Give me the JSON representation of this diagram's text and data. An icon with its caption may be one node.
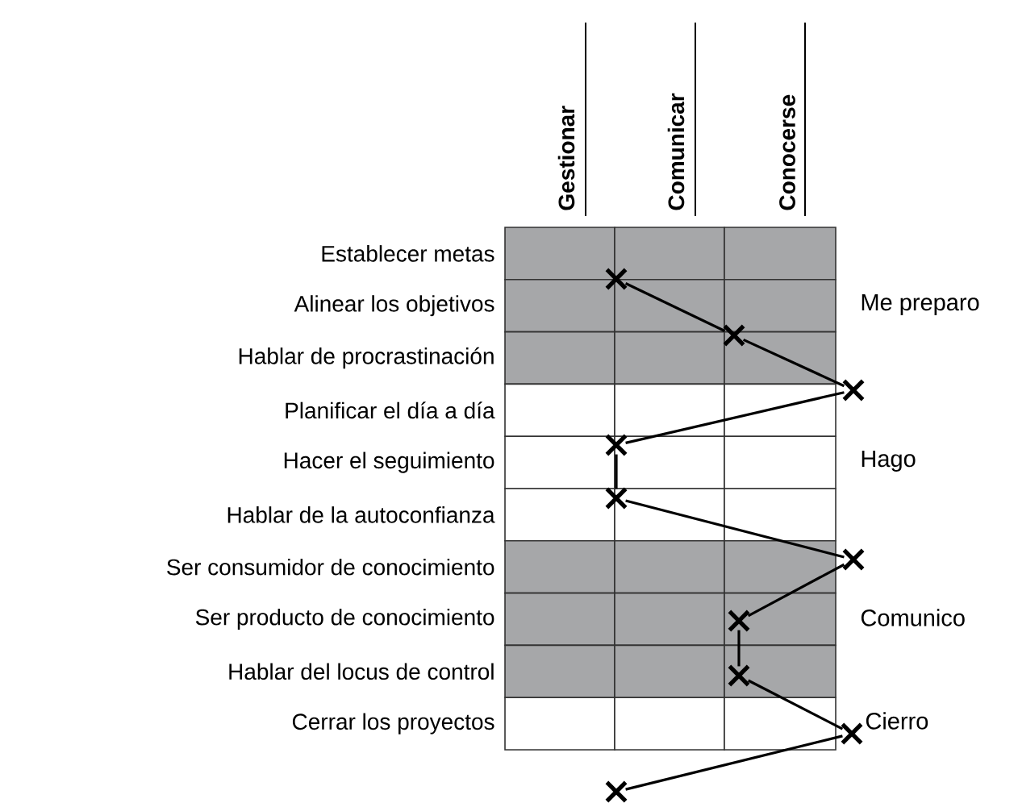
{
  "diagram": {
    "nodes": [
      {
        "text": [],
        "shape": "cross"
      },
      {
        "text": [],
        "shape": "cross"
      },
      {
        "text": [],
        "shape": "cross"
      },
      {
        "text": [],
        "shape": "cross"
      },
      {
        "text": [],
        "shape": "cross"
      },
      {
        "text": [],
        "shape": "cross"
      },
      {
        "text": [],
        "shape": "cross"
      },
      {
        "text": [],
        "shape": "cross"
      },
      {
        "text": [],
        "shape": "cross"
      },
      {
        "text": [],
        "shape": "cross"
      }
    ],
    "edges": [
      {
        "from": 0,
        "to": 1,
        "arrow": "none"
      },
      {
        "from": 1,
        "to": 2,
        "arrow": "none"
      },
      {
        "from": 2,
        "to": 3,
        "arrow": "none"
      },
      {
        "from": 3,
        "to": 4,
        "arrow": "none"
      },
      {
        "from": 4,
        "to": 5,
        "arrow": "none"
      },
      {
        "from": 5,
        "to": 6,
        "arrow": "none"
      },
      {
        "from": 6,
        "to": 7,
        "arrow": "none"
      },
      {
        "from": 7,
        "to": 8,
        "arrow": "none"
      },
      {
        "from": 8,
        "to": 9,
        "arrow": "none"
      }
    ],
    "labels": [
      "Gestionar",
      "Comunicar",
      "Conocerse",
      "Establecer metas",
      "Alinear los objetivos",
      "Hablar de procrastinación",
      "Planificar el día a día",
      "Hacer el seguimiento",
      "Hablar de la autoconfianza",
      "Ser consumidor de conocimiento",
      "Ser producto de conocimiento",
      "Hablar del locus de control",
      "Cerrar los proyectos",
      "Me preparo",
      "Hago",
      "Comunico",
      "Cierro"
    ]
  }
}
